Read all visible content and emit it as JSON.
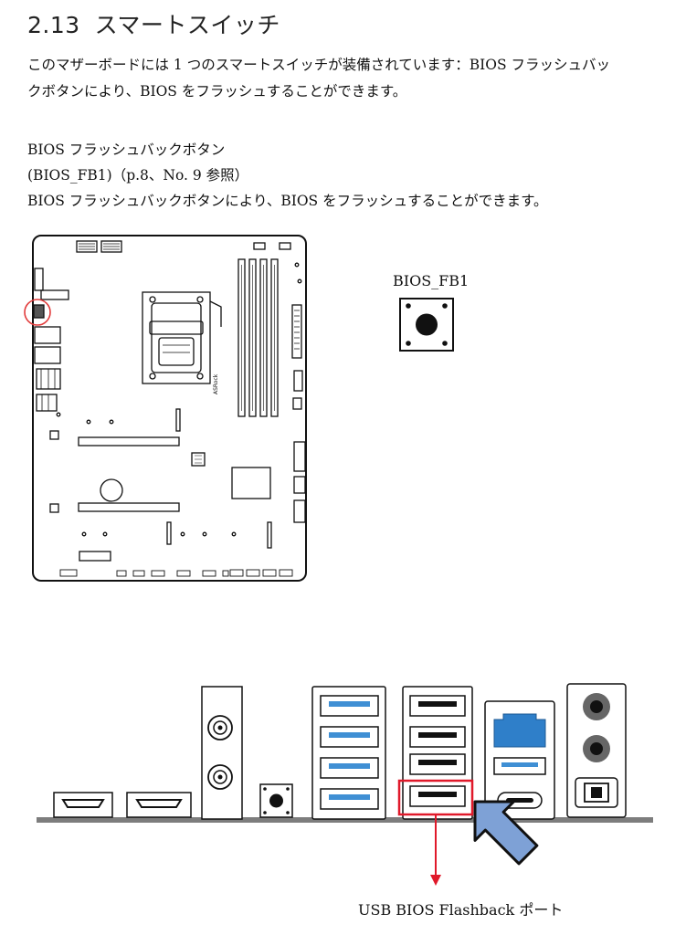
{
  "section": {
    "number": "2.13",
    "title": "スマートスイッチ"
  },
  "intro": {
    "line1": "このマザーボードには 1 つのスマートスイッチが装備されています：BIOS フラッシュバッ",
    "line2": "クボタンにより、BIOS をフラッシュすることができます。"
  },
  "button_desc": {
    "name": "BIOS フラッシュバックボタン",
    "ref": "(BIOS_FB1)（p.8、No. 9 参照）",
    "text": "BIOS フラッシュバックボタンにより、BIOS をフラッシュすることができます。"
  },
  "board_diagram": {
    "silkscreen": "ASRock",
    "highlight_color": "#e23b3b"
  },
  "button_figure": {
    "label": "BIOS_FB1"
  },
  "io_panel": {
    "port_label": "USB BIOS Flashback ポート",
    "highlight_color": "#e0192a",
    "usb_blue": "#3f8fd4",
    "lan_blue": "#2f7fc9",
    "arrow_color": "#7ea1d6"
  }
}
